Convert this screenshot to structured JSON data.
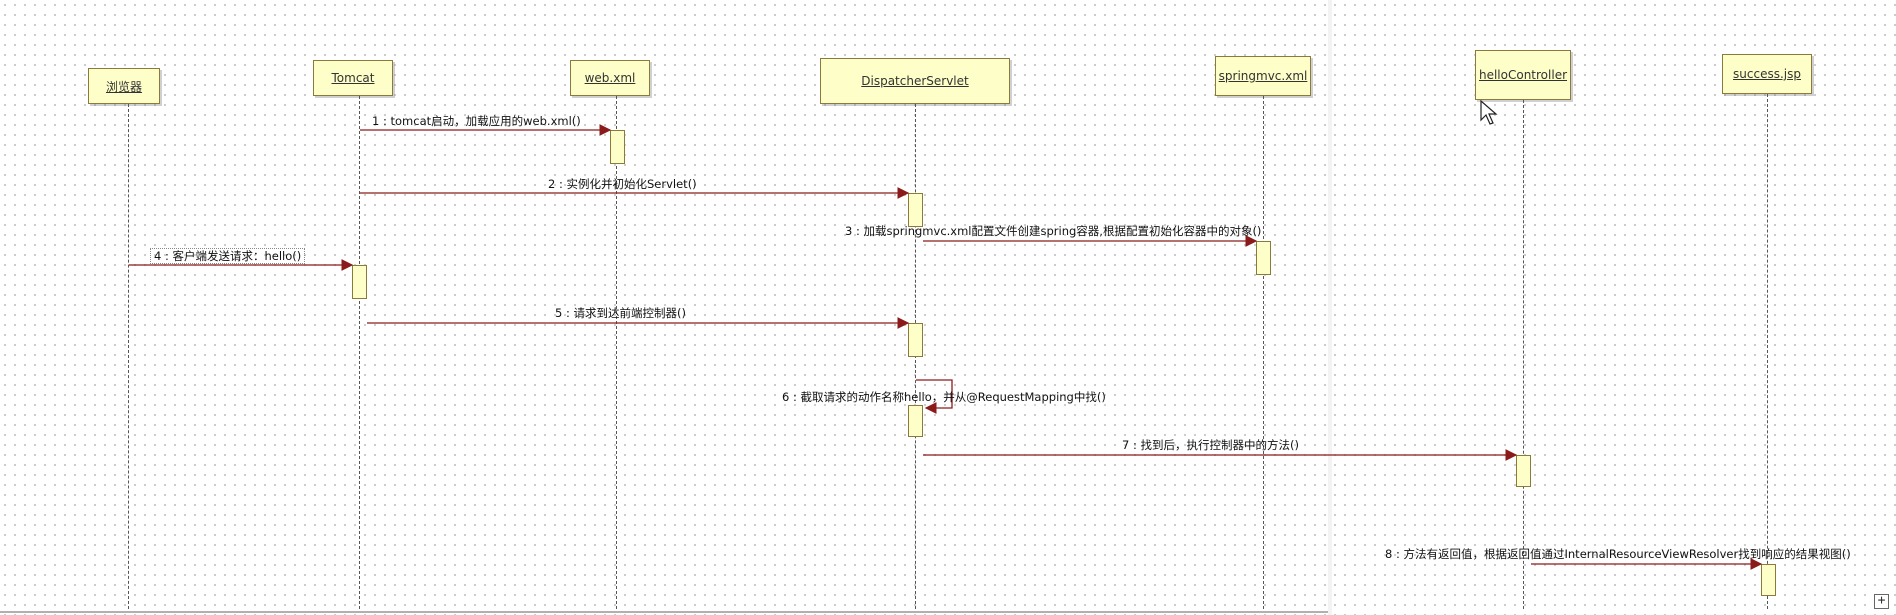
{
  "participants": [
    {
      "id": "browser",
      "label": "浏览器"
    },
    {
      "id": "tomcat",
      "label": "Tomcat"
    },
    {
      "id": "webxml",
      "label": "web.xml"
    },
    {
      "id": "dispatcher",
      "label": "DispatcherServlet"
    },
    {
      "id": "springmvc",
      "label": "springmvc.xml"
    },
    {
      "id": "hellocontroller",
      "label": "helloController"
    },
    {
      "id": "successjsp",
      "label": "success.jsp"
    }
  ],
  "messages": [
    {
      "label": "1 : tomcat启动，加载应用的web.xml()"
    },
    {
      "label": "2 : 实例化并初始化Servlet()"
    },
    {
      "label": "3 : 加载springmvc.xml配置文件创建spring容器,根据配置初始化容器中的对象()"
    },
    {
      "label": "4 : 客户端发送请求：hello()"
    },
    {
      "label": "5 : 请求到达前端控制器()"
    },
    {
      "label": "6 : 截取请求的动作名称hello，并从@RequestMapping中找()"
    },
    {
      "label": "7 : 找到后，执行控制器中的方法()"
    },
    {
      "label": "8 : 方法有返回值，根据返回值通过InternalResourceViewResolver找到响应的结果视图()"
    }
  ],
  "controls": {
    "expand_symbol": "+"
  },
  "colors": {
    "participant_fill": "#fefec8",
    "participant_border": "#8a7b3c",
    "message_arrow": "#8b1a1a",
    "lifeline": "#555555"
  }
}
